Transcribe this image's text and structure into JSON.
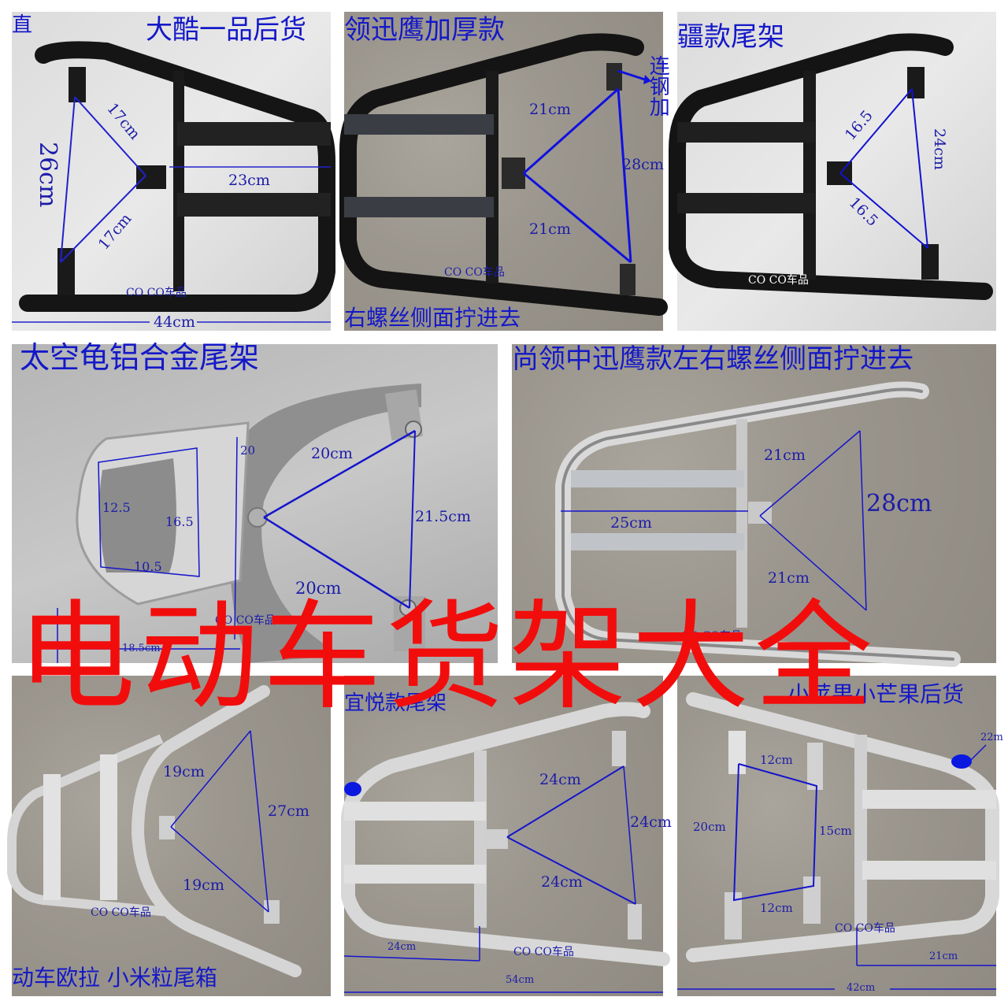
{
  "banner": {
    "text": "电动车货架大全",
    "color": "#f20d0d"
  },
  "colors": {
    "title_blue": "#1418c8",
    "measure_blue": "#1c1ca8",
    "background": "#ffffff"
  },
  "watermark": "CO CO车品",
  "panels": [
    {
      "id": "dakù",
      "title": "大酷一品后货",
      "title_prefix_fragment": "直",
      "finish": "black",
      "measurements": {
        "upper_diag": "17cm",
        "lower_diag": "17cm",
        "vertical": "26cm",
        "horizontal": "23cm",
        "width": "44cm"
      }
    },
    {
      "id": "xunying-thick",
      "title": "领迅鹰加厚款",
      "side_note": [
        "连",
        "钢",
        "加"
      ],
      "bottom_caption": "右螺丝侧面拧进去",
      "finish": "black",
      "measurements": {
        "upper_diag": "21cm",
        "lower_diag": "21cm",
        "vertical": "28cm"
      }
    },
    {
      "id": "jiang",
      "title": "疆款尾架",
      "finish": "black",
      "measurements": {
        "upper_diag": "16.5",
        "lower_diag": "16.5",
        "vertical": "24cm"
      }
    },
    {
      "id": "space-turtle",
      "title": "太空龟铝合金尾架",
      "finish": "aluminum",
      "measurements": {
        "upper_diag": "20cm",
        "lower_diag": "20cm",
        "vertical": "21.5cm",
        "inner_left": "12.5",
        "inner_right": "16.5",
        "inner_bottom": "10.5",
        "depth_top": "20",
        "offset": "18.5cm"
      }
    },
    {
      "id": "shangling-xunying",
      "title": "尚领中迅鹰款左右螺丝侧面拧进去",
      "finish": "chrome",
      "measurements": {
        "upper_diag": "21cm",
        "lower_diag": "21cm",
        "vertical": "28cm",
        "horizontal": "25cm"
      }
    },
    {
      "id": "oula-xiaomili",
      "bottom_caption": "动车欧拉  小米粒尾箱",
      "finish": "chrome",
      "measurements": {
        "upper_diag": "19cm",
        "lower_diag": "19cm",
        "vertical": "27cm"
      }
    },
    {
      "id": "yiyue",
      "title": "宜悦款尾架",
      "finish": "chrome",
      "measurements": {
        "upper_diag": "24cm",
        "lower_diag": "24cm",
        "vertical": "24cm",
        "partial": "24cm",
        "width": "54cm"
      }
    },
    {
      "id": "small-apple-mango",
      "title": "小苹果小芒果后货",
      "finish": "chrome",
      "measurements": {
        "top": "12cm",
        "bottom": "12cm",
        "left": "20cm",
        "right": "15cm",
        "partial": "21cm",
        "width": "42cm",
        "hole": "22m"
      }
    }
  ]
}
